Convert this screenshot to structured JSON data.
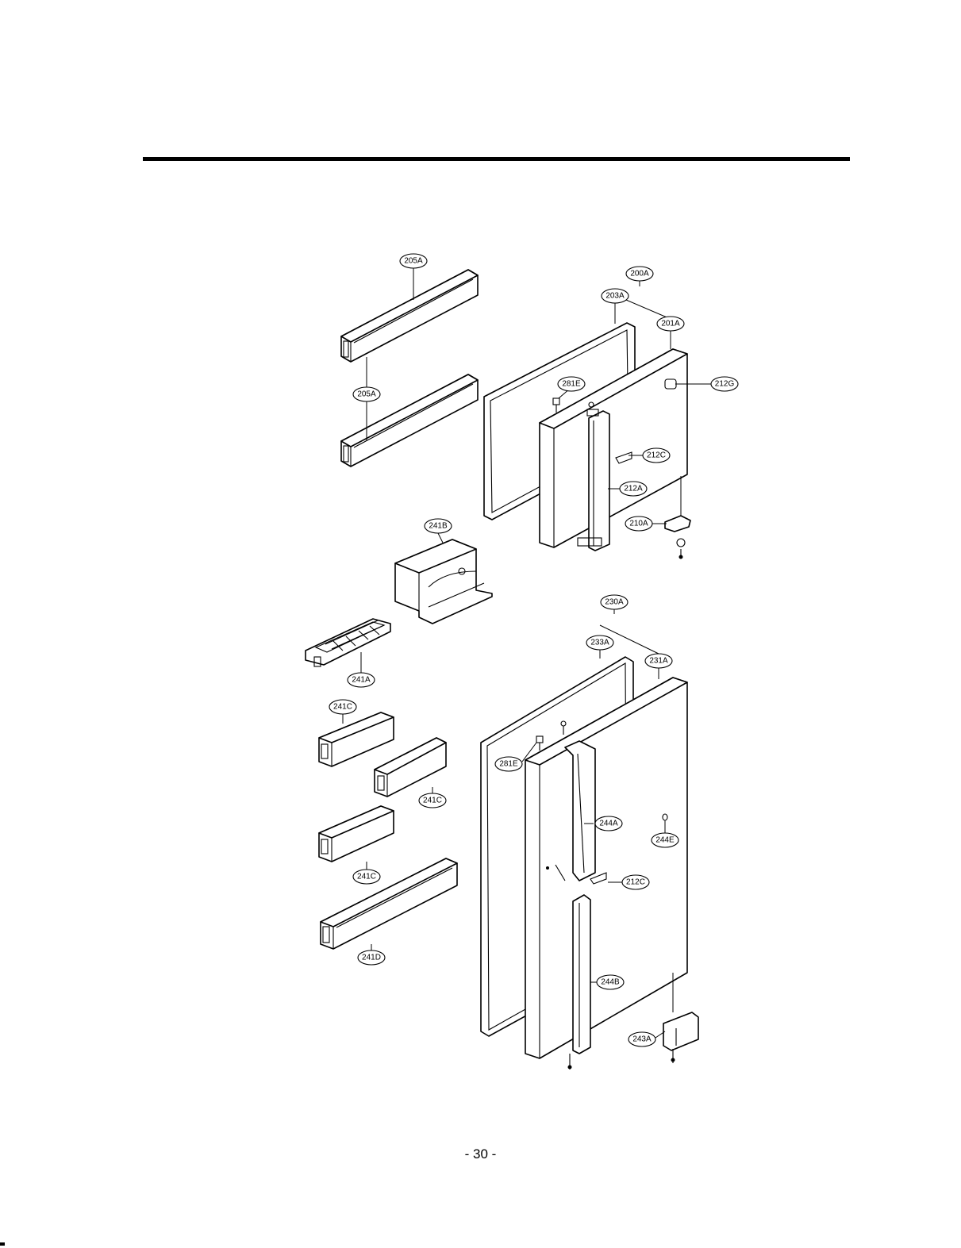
{
  "callouts": [
    {
      "id": "c-205a-top",
      "label": "205A"
    },
    {
      "id": "c-205a-mid",
      "label": "205A"
    },
    {
      "id": "c-200a",
      "label": "200A"
    },
    {
      "id": "c-203a",
      "label": "203A"
    },
    {
      "id": "c-201a",
      "label": "201A"
    },
    {
      "id": "c-281e-top",
      "label": "281E"
    },
    {
      "id": "c-212g",
      "label": "212G"
    },
    {
      "id": "c-212c-top",
      "label": "212C"
    },
    {
      "id": "c-212a",
      "label": "212A"
    },
    {
      "id": "c-210a",
      "label": "210A"
    },
    {
      "id": "c-241b",
      "label": "241B"
    },
    {
      "id": "c-230a",
      "label": "230A"
    },
    {
      "id": "c-233a",
      "label": "233A"
    },
    {
      "id": "c-231a",
      "label": "231A"
    },
    {
      "id": "c-241a",
      "label": "241A"
    },
    {
      "id": "c-241c-1",
      "label": "241C"
    },
    {
      "id": "c-281e-bot",
      "label": "281E"
    },
    {
      "id": "c-241c-2",
      "label": "241C"
    },
    {
      "id": "c-244a",
      "label": "244A"
    },
    {
      "id": "c-244e",
      "label": "244E"
    },
    {
      "id": "c-241c-3",
      "label": "241C"
    },
    {
      "id": "c-212c-bot",
      "label": "212C"
    },
    {
      "id": "c-241d",
      "label": "241D"
    },
    {
      "id": "c-244b",
      "label": "244B"
    },
    {
      "id": "c-243a",
      "label": "243A"
    }
  ],
  "page_number": "- 30 -"
}
